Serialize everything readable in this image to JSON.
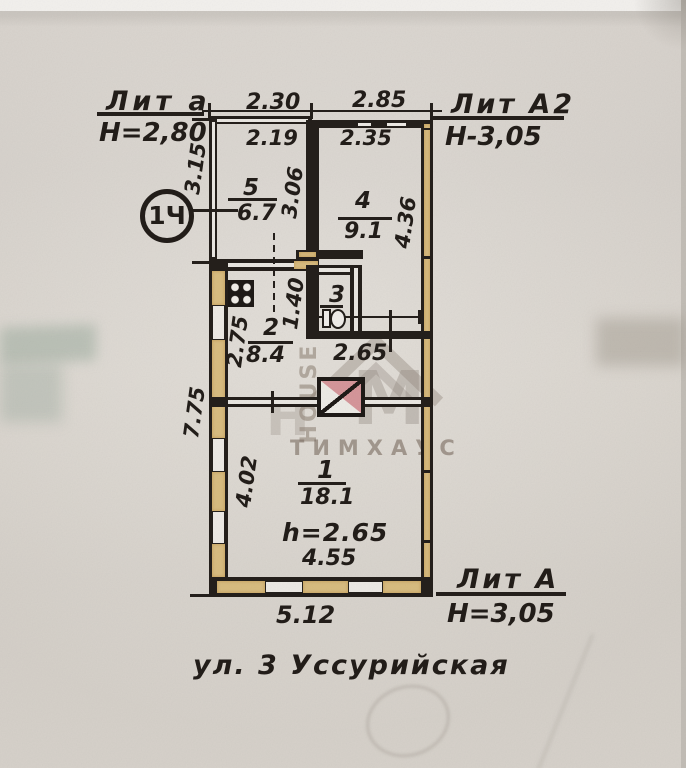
{
  "document": {
    "street": "ул. 3 Уссурийская",
    "marker": "1Ч"
  },
  "sections": {
    "lit_a_annex": {
      "label": "Лит а",
      "height": "Н=2,80"
    },
    "lit_a2": {
      "label": "Лит А2",
      "height": "Н-3,05"
    },
    "lit_a": {
      "label": "Лит А",
      "height": "Н=3,05"
    }
  },
  "rooms": {
    "r1": {
      "number": "1",
      "area": "18.1",
      "ceiling": "h=2.65"
    },
    "r2": {
      "number": "2",
      "area": "8.4"
    },
    "r3": {
      "number": "3"
    },
    "r4": {
      "number": "4",
      "area": "9.1"
    },
    "r5": {
      "number": "5",
      "area": "6.7"
    }
  },
  "dimensions": {
    "top_left_width": "2.30",
    "top_right_width": "2.85",
    "r5_inner_width": "2.19",
    "r5_left_height": "3.15",
    "r5_inner_height": "3.06",
    "r4_inner_width": "2.35",
    "r4_inner_height": "4.36",
    "kitchen_nook_height": "1.40",
    "r2_height": "2.75",
    "hall_width": "2.65",
    "left_total_height": "7.75",
    "r1_inner_height": "4.02",
    "r1_inner_width": "4.55",
    "bottom_width": "5.12"
  },
  "watermark": {
    "vertical": "HOUSE",
    "brand": "ТИМХАУС",
    "monogram": "М",
    "monogram2": "Н"
  },
  "colors": {
    "ink": "#221d19",
    "wall_fill": "#d8bc80",
    "stove_fill": "#d5969a",
    "paper": "#d5d0c9",
    "watermark": "#958a81"
  }
}
